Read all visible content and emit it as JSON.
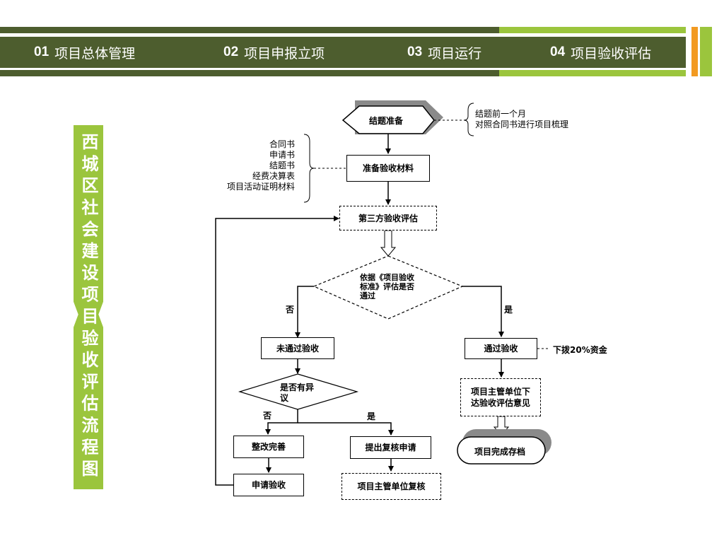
{
  "header": {
    "nav": [
      {
        "num": "01",
        "label": "项目总体管理"
      },
      {
        "num": "02",
        "label": "项目申报立项"
      },
      {
        "num": "03",
        "label": "项目运行"
      },
      {
        "num": "04",
        "label": "项目验收评估"
      }
    ],
    "colors": {
      "dark": "#4d5d2e",
      "green": "#9bc53d",
      "orange": "#f29a21"
    }
  },
  "side_title": "西城区社会建设项目验收评估流程图",
  "flow": {
    "start": "结题准备",
    "start_note": [
      "结题前一个月",
      "对照合同书进行项目梳理"
    ],
    "prepare": "准备验收材料",
    "materials": [
      "合同书",
      "申请书",
      "结题书",
      "经费决算表",
      "项目活动证明材料"
    ],
    "third_party": "第三方验收评估",
    "decision": [
      "依据《项目验收",
      "标准》评估是否",
      "通过"
    ],
    "no": "否",
    "yes": "是",
    "fail": "未通过验收",
    "objection": [
      "是否有异",
      "议"
    ],
    "objection_no": "否",
    "objection_yes": "是",
    "rectify": "整改完善",
    "reapply": "申请验收",
    "review_request": "提出复核申请",
    "unit_review": "项目主管单位复核",
    "pass": "通过验收",
    "funding": "下拨20%资金",
    "unit_opinion": [
      "项目主管单位下",
      "达验收评估意见"
    ],
    "archive": "项目完成存档"
  }
}
